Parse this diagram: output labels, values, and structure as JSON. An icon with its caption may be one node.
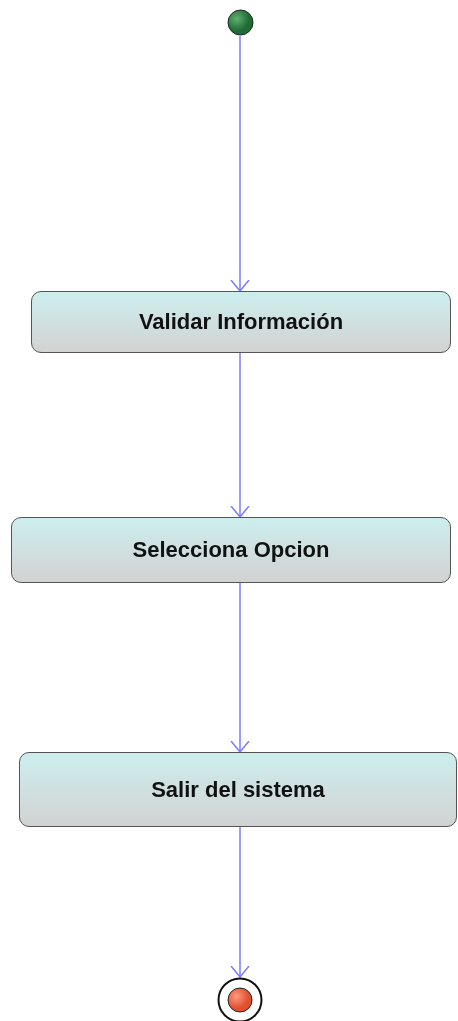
{
  "diagram": {
    "nodes": [
      {
        "text": [],
        "shape": "circle"
      },
      {
        "text": [
          "Validar Información"
        ]
      },
      {
        "text": [
          "Selecciona Opcion"
        ]
      },
      {
        "text": [
          "Salir del sistema"
        ]
      },
      {
        "text": [],
        "shape": "circle"
      }
    ],
    "edges": [
      {
        "from": 0,
        "to": 1,
        "arrow": "to"
      },
      {
        "from": 1,
        "to": 2,
        "arrow": "to"
      },
      {
        "from": 2,
        "to": 3,
        "arrow": "to"
      },
      {
        "from": 3,
        "to": 4,
        "arrow": "to"
      }
    ]
  }
}
